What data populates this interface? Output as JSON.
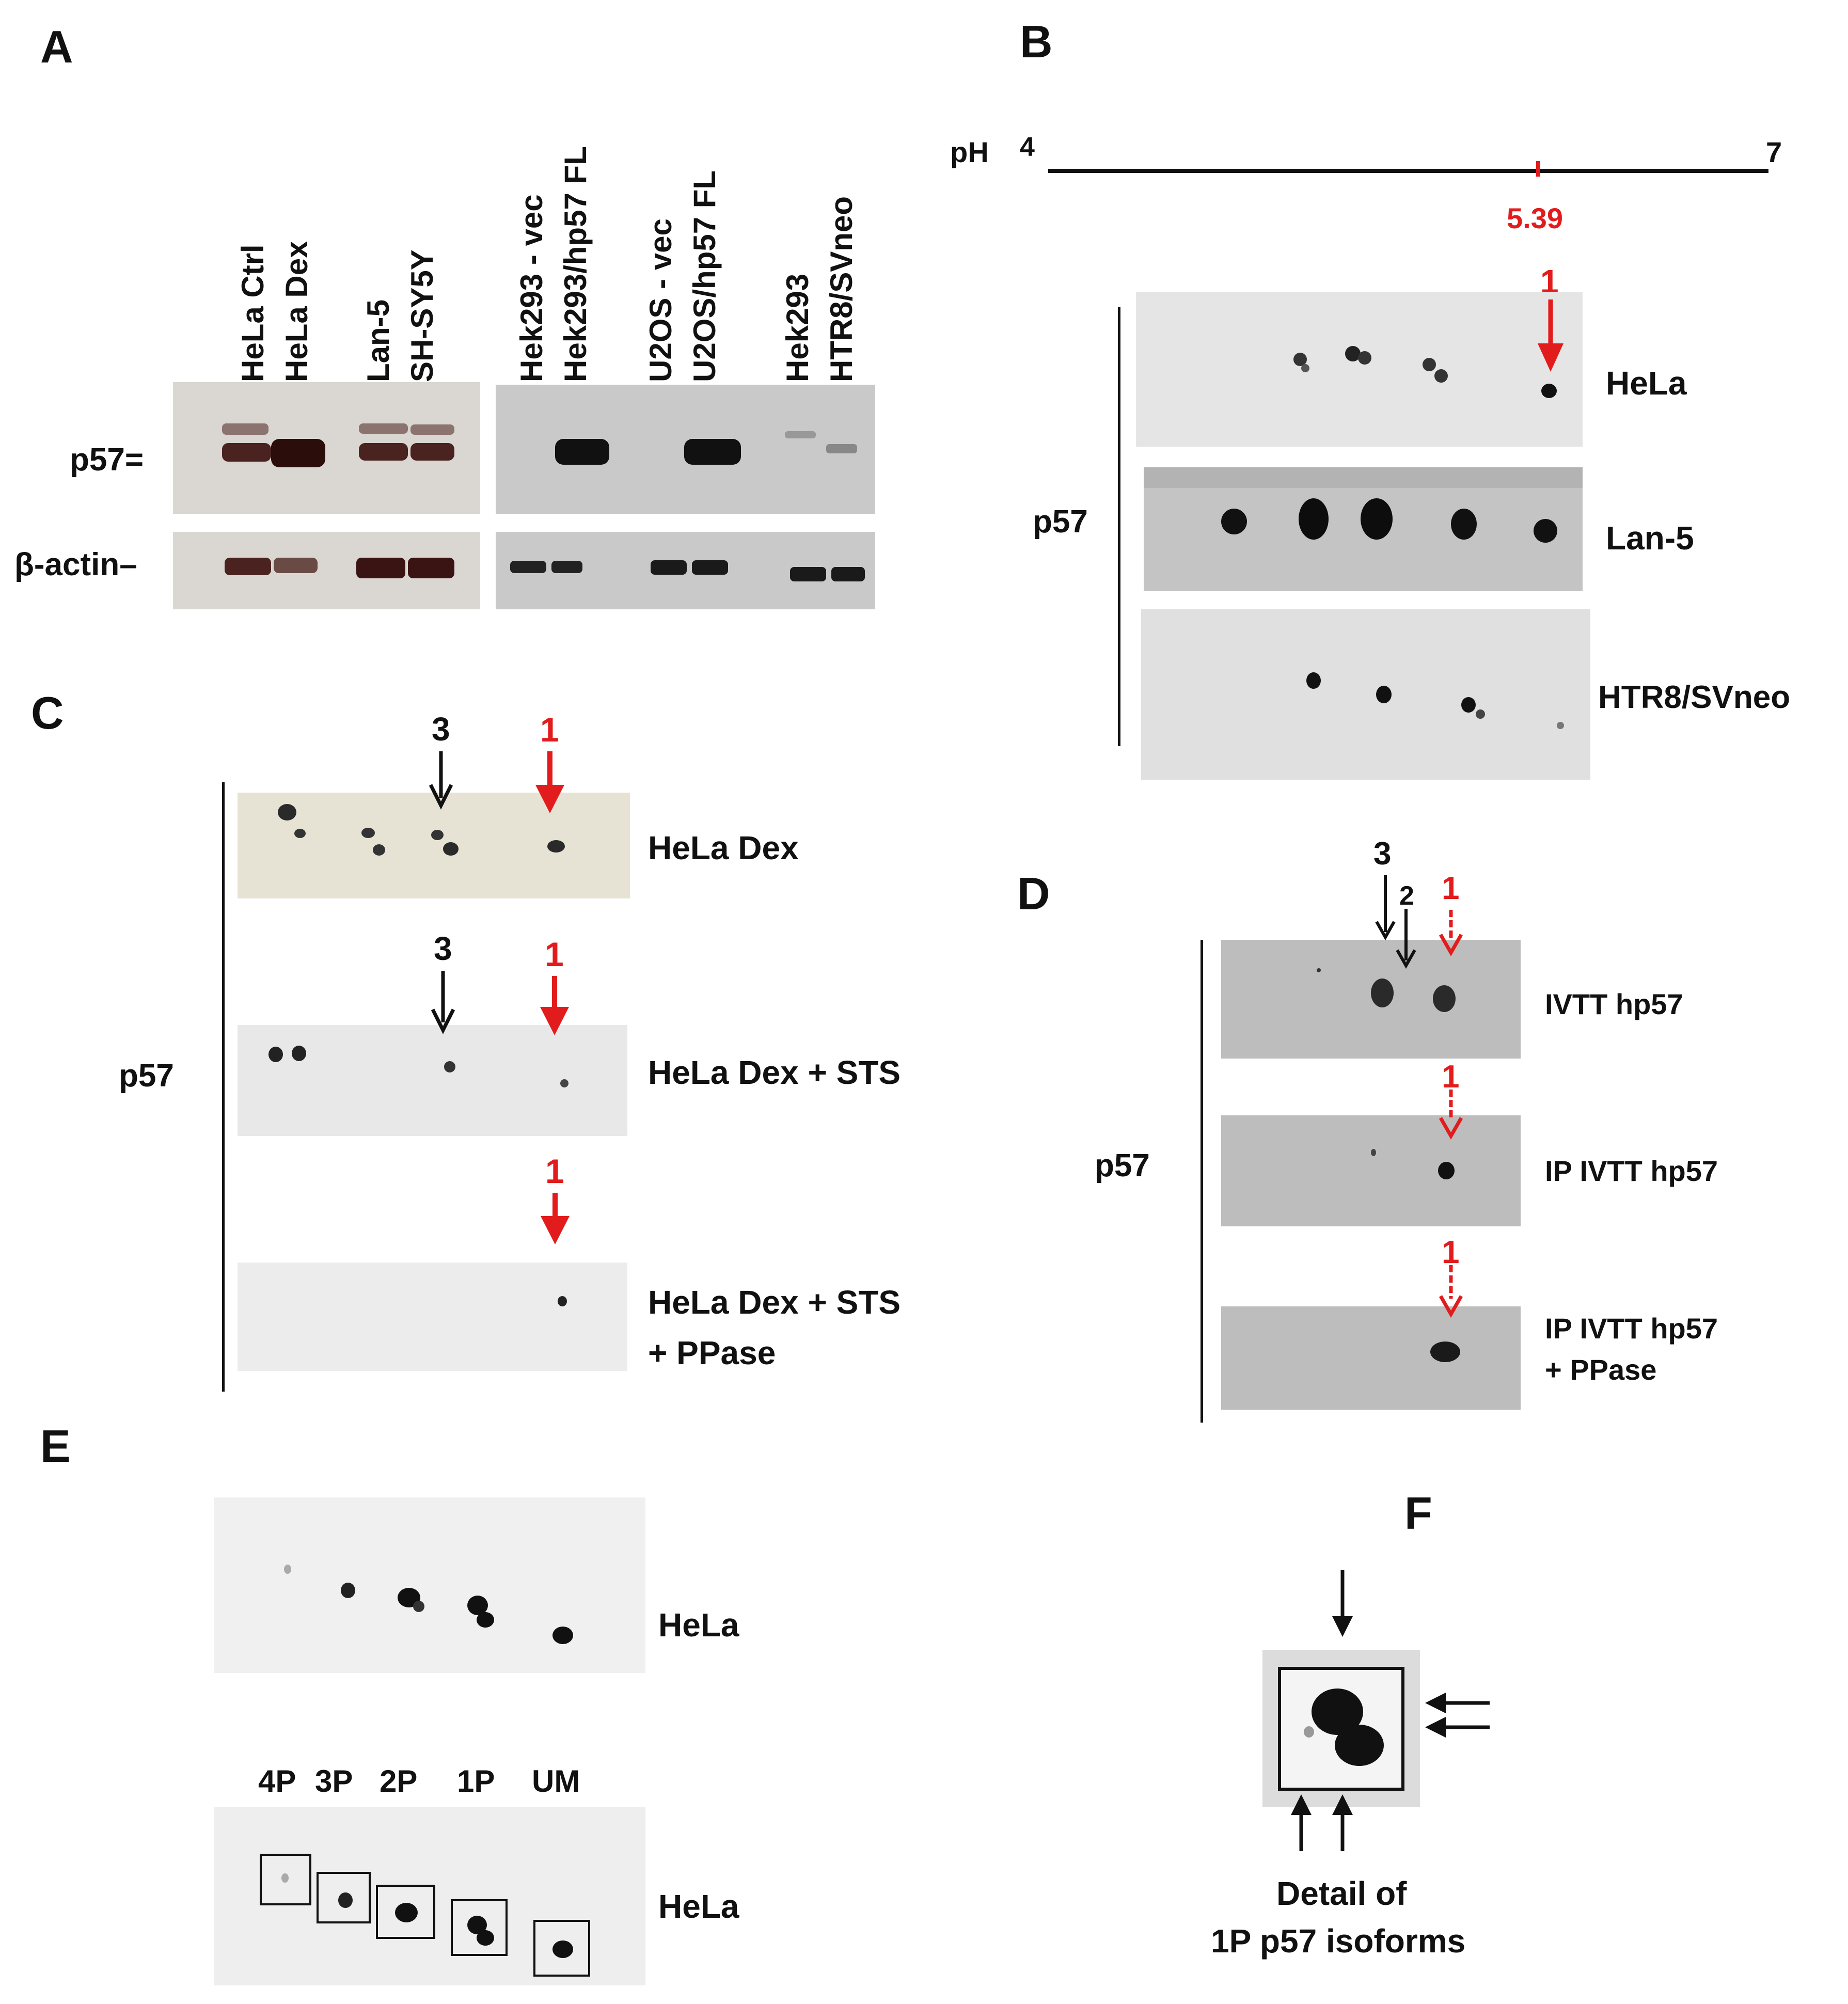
{
  "figure": {
    "panel_labels": {
      "a": "A",
      "b": "B",
      "c": "C",
      "d": "D",
      "e": "E",
      "f": "F"
    }
  },
  "panel_a": {
    "lanes_left": [
      "HeLa Ctrl",
      "HeLa Dex",
      "Lan-5",
      "SH-SY5Y"
    ],
    "lanes_right": [
      "Hek293 - vec",
      "Hek293/hp57 FL",
      "U2OS - vec",
      "U2OS/hp57 FL",
      "Hek293",
      "HTR8/SVneo"
    ],
    "row_labels": {
      "p57": "p57=",
      "actin": "β-actin–"
    }
  },
  "panel_b": {
    "ph_label": "pH",
    "ph_min": "4",
    "ph_max": "7",
    "ph_mark": "5.39",
    "arrow_label": "1",
    "side_label": "p57",
    "blots": [
      "HeLa",
      "Lan-5",
      "HTR8/SVneo"
    ]
  },
  "panel_c": {
    "side_label": "p57",
    "arrow3": "3",
    "arrow1": "1",
    "blots": [
      "HeLa Dex",
      "HeLa Dex + STS",
      "HeLa Dex + STS",
      "+ PPase"
    ]
  },
  "panel_d": {
    "side_label": "p57",
    "arrow3": "3",
    "arrow2": "2",
    "arrow1": "1",
    "blots": [
      "IVTT hp57",
      "IP IVTT hp57",
      "IP IVTT hp57",
      "+ PPase"
    ]
  },
  "panel_e": {
    "blot_labels": [
      "HeLa",
      "HeLa"
    ],
    "isoforms": [
      "4P",
      "3P",
      "2P",
      "1P",
      "UM"
    ]
  },
  "panel_f": {
    "caption_line1": "Detail of",
    "caption_line2": "1P p57 isoforms"
  },
  "colors": {
    "red_accent": "#e21c1c",
    "black": "#111111"
  }
}
